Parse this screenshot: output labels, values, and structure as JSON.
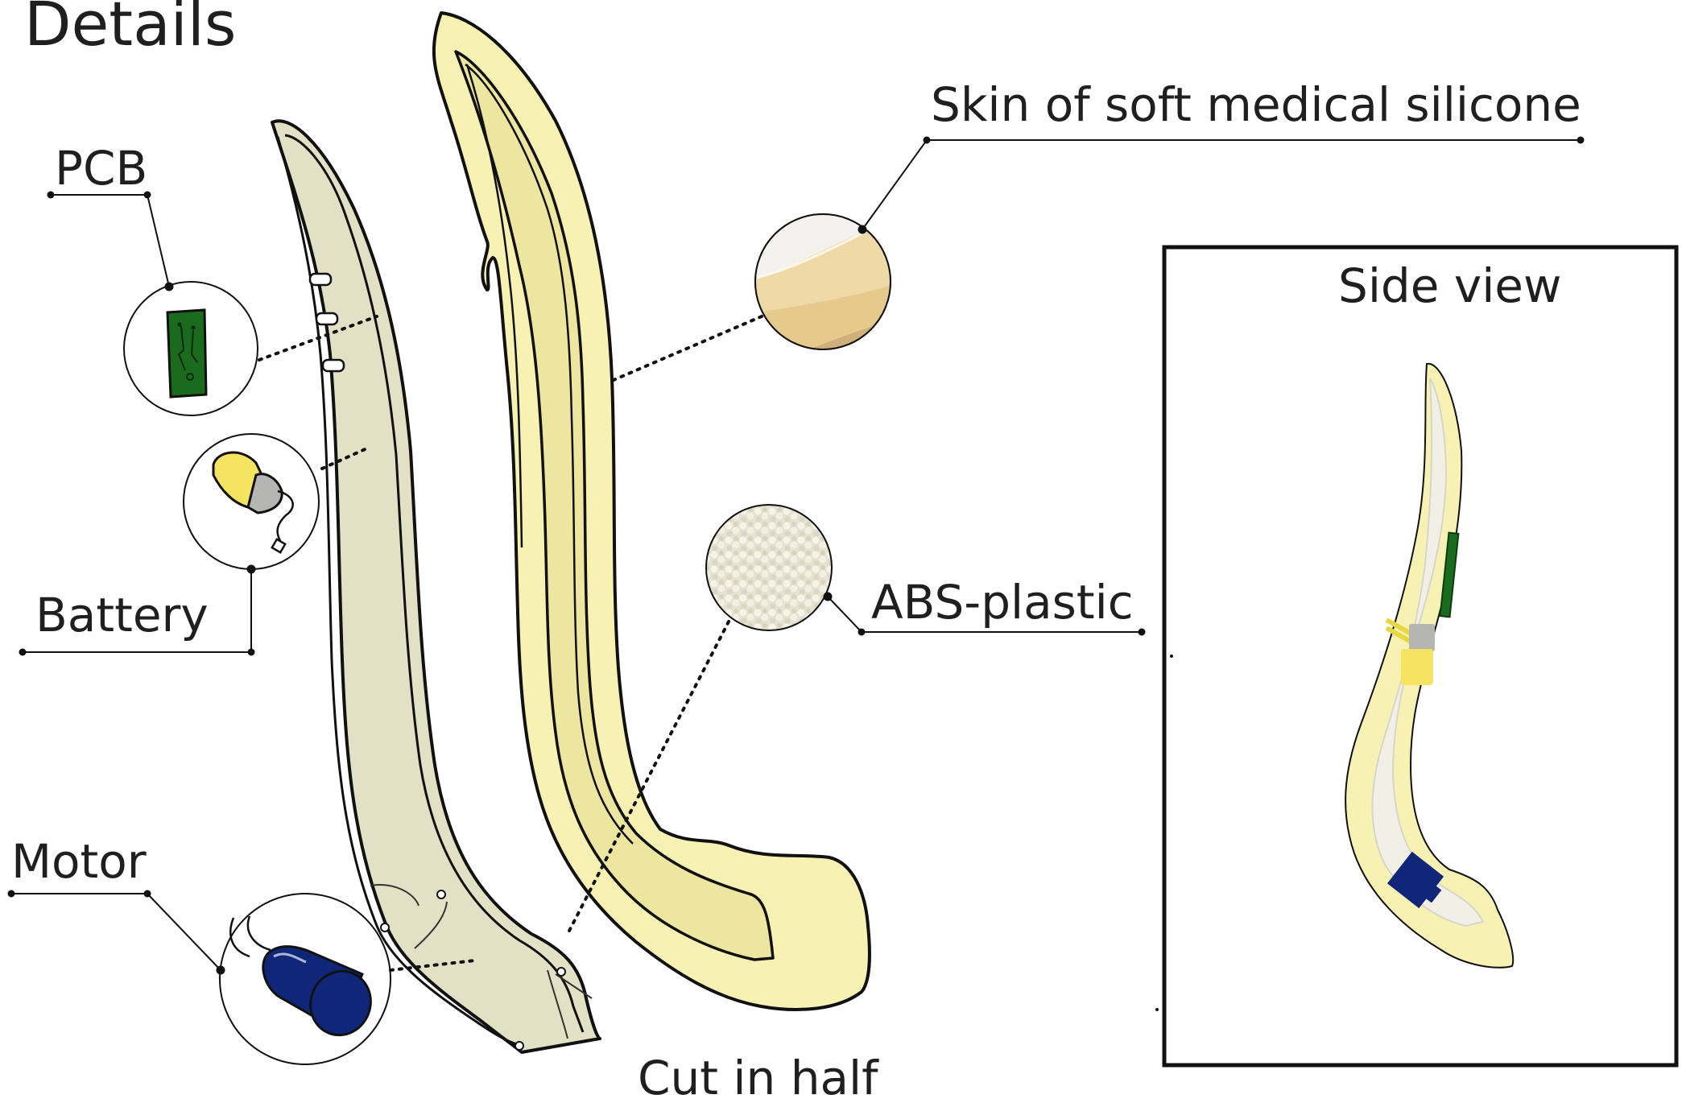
{
  "title": "Details",
  "labels": {
    "pcb": "PCB",
    "battery": "Battery",
    "motor": "Motor",
    "skin": "Skin of soft medical silicone",
    "abs": "ABS-plastic",
    "side_view": "Side view",
    "cut": "Cut in half"
  },
  "colors": {
    "ink": "#111111",
    "core_fill": "#e3e1c5",
    "skin_fill": "#f7f2b4",
    "skin_inner": "#ece6a1",
    "pcb_green": "#1a6b1e",
    "battery_yellow": "#f4e460",
    "battery_cap": "#b5b5b1",
    "motor_blue": "#0f2679",
    "silicone_swatch": "#efd9a6",
    "abs_pellets": "#ece9dc"
  }
}
